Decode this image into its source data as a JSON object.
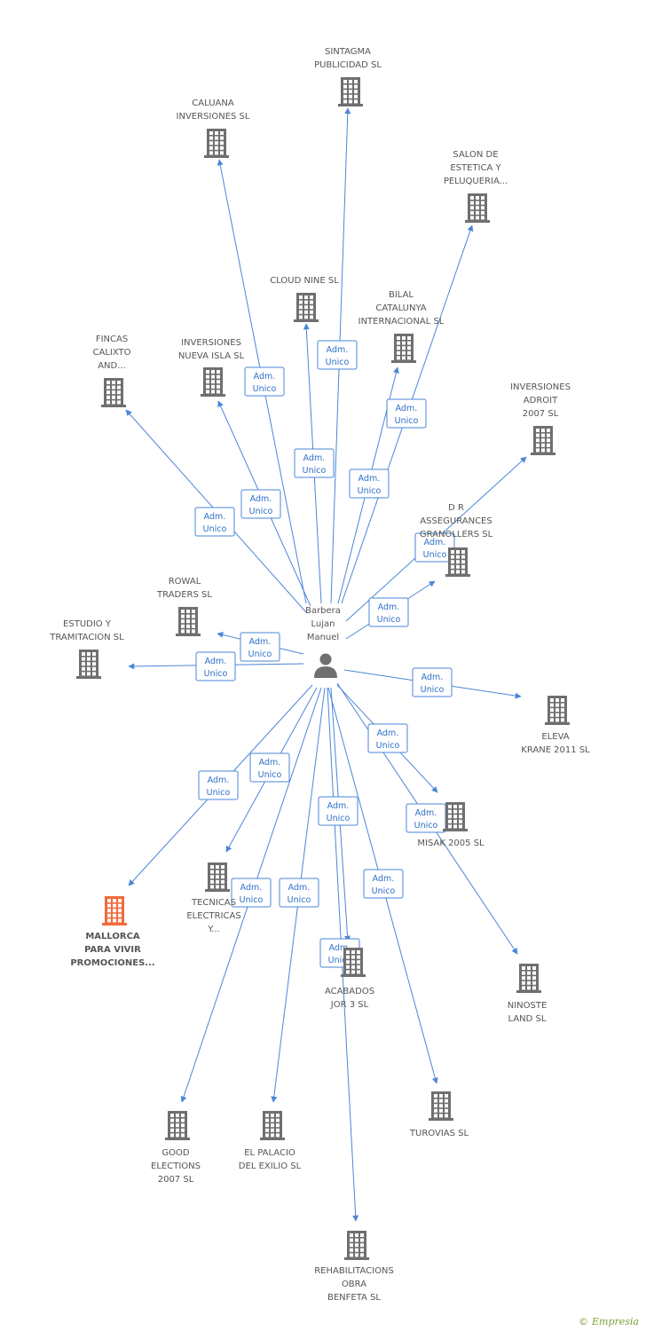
{
  "person": {
    "name_lines": [
      "Barbera",
      "Lujan",
      "Manuel"
    ],
    "icon": "person-icon"
  },
  "edge_label_lines": [
    "Adm.",
    "Unico"
  ],
  "footer": {
    "copyright": "©",
    "brand": "Empresia"
  },
  "colors": {
    "edge": "#4a86d8",
    "company_icon": "#6f6f6f",
    "highlight_icon": "#f26a3c",
    "label_text": "#555555"
  },
  "companies": [
    {
      "id": "sintagma",
      "lines": [
        "SINTAGMA",
        "PUBLICIDAD SL"
      ],
      "icon": "building-icon"
    },
    {
      "id": "caluana",
      "lines": [
        "CALUANA",
        "INVERSIONES SL"
      ],
      "icon": "building-icon"
    },
    {
      "id": "salon",
      "lines": [
        "SALON DE",
        "ESTETICA Y",
        "PELUQUERIA..."
      ],
      "icon": "building-icon"
    },
    {
      "id": "cloudnine",
      "lines": [
        "CLOUD NINE SL"
      ],
      "icon": "building-icon"
    },
    {
      "id": "bilal",
      "lines": [
        "BILAL",
        "CATALUNYA",
        "INTERNACIONAL SL"
      ],
      "icon": "building-icon"
    },
    {
      "id": "fincas",
      "lines": [
        "FINCAS",
        "CALIXTO",
        "AND..."
      ],
      "icon": "building-icon"
    },
    {
      "id": "nuevaisla",
      "lines": [
        "INVERSIONES",
        "NUEVA ISLA SL"
      ],
      "icon": "building-icon"
    },
    {
      "id": "adroit",
      "lines": [
        "INVERSIONES",
        "ADROIT",
        "2007 SL"
      ],
      "icon": "building-icon"
    },
    {
      "id": "dr",
      "lines": [
        "D R",
        "ASSEGURANCES",
        "GRANOLLERS SL"
      ],
      "icon": "building-icon"
    },
    {
      "id": "rowal",
      "lines": [
        "ROWAL",
        "TRADERS SL"
      ],
      "icon": "building-icon"
    },
    {
      "id": "estudio",
      "lines": [
        "ESTUDIO Y",
        "TRAMITACION SL"
      ],
      "icon": "building-icon"
    },
    {
      "id": "eleva",
      "lines": [
        "ELEVA",
        "KRANE 2011 SL"
      ],
      "icon": "building-icon"
    },
    {
      "id": "misak",
      "lines": [
        "MISAK 2005 SL"
      ],
      "icon": "building-icon"
    },
    {
      "id": "mallorca",
      "lines": [
        "MALLORCA",
        "PARA VIVIR",
        "PROMOCIONES..."
      ],
      "icon": "building-icon",
      "highlight": true
    },
    {
      "id": "tecnicas",
      "lines": [
        "TECNICAS",
        "ELECTRICAS",
        "Y..."
      ],
      "icon": "building-icon"
    },
    {
      "id": "acabados",
      "lines": [
        "ACABADOS",
        "JOR 3 SL"
      ],
      "icon": "building-icon"
    },
    {
      "id": "ninoste",
      "lines": [
        "NINOSTE",
        "LAND SL"
      ],
      "icon": "building-icon"
    },
    {
      "id": "good",
      "lines": [
        "GOOD",
        "ELECTIONS",
        "2007 SL"
      ],
      "icon": "building-icon"
    },
    {
      "id": "palacio",
      "lines": [
        "EL PALACIO",
        "DEL EXILIO SL"
      ],
      "icon": "building-icon"
    },
    {
      "id": "turovias",
      "lines": [
        "TUROVIAS SL"
      ],
      "icon": "building-icon"
    },
    {
      "id": "rehab",
      "lines": [
        "REHABILITACIONS",
        "OBRA",
        "BENFETA SL"
      ],
      "icon": "building-icon"
    }
  ]
}
